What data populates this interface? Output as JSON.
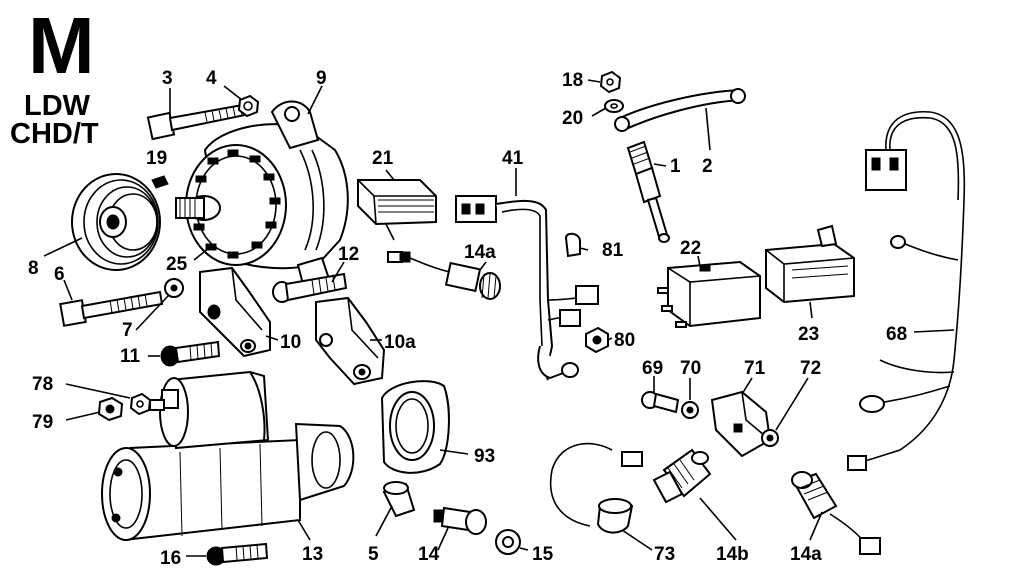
{
  "title": {
    "letter": "M",
    "model": "LDW",
    "variant": "CHD/T"
  },
  "callouts": {
    "c3": "3",
    "c4": "4",
    "c9": "9",
    "c19": "19",
    "c8": "8",
    "c6": "6",
    "c25": "25",
    "c7": "7",
    "c12": "12",
    "c10": "10",
    "c10a": "10a",
    "c11": "11",
    "c21": "21",
    "c41": "41",
    "c14a_top": "14a",
    "c81": "81",
    "c80": "80",
    "c18": "18",
    "c20": "20",
    "c1": "1",
    "c2": "2",
    "c22": "22",
    "c23": "23",
    "c68": "68",
    "c69": "69",
    "c70": "70",
    "c71": "71",
    "c72": "72",
    "c78": "78",
    "c79": "79",
    "c93": "93",
    "c16": "16",
    "c13": "13",
    "c5": "5",
    "c14": "14",
    "c15": "15",
    "c73": "73",
    "c14b": "14b",
    "c14a_bot": "14a"
  }
}
